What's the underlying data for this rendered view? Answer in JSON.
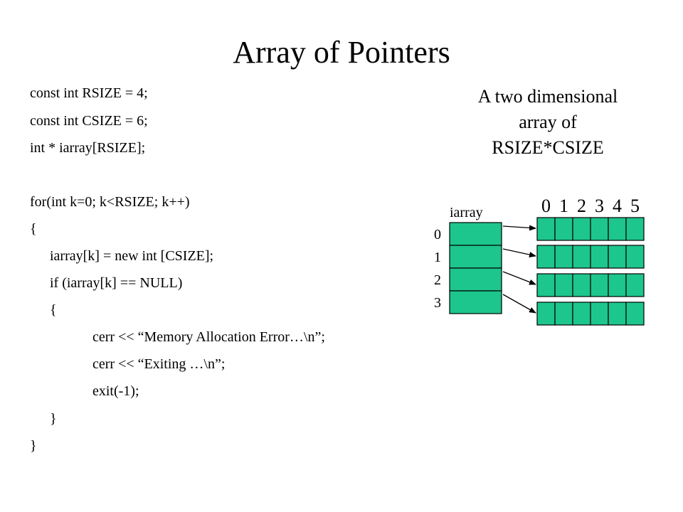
{
  "slide": {
    "title": "Array of Pointers",
    "code_lines": [
      "const int RSIZE = 4;",
      "const int CSIZE = 6;",
      "int * iarray[RSIZE];",
      "",
      "for(int k=0; k<RSIZE; k++)",
      "{",
      "iarray[k] = new int [CSIZE];",
      "if (iarray[k] == NULL)",
      "{",
      "cerr << “Memory Allocation Error…\\n”;",
      "cerr << “Exiting …\\n”;",
      "exit(-1);",
      "}",
      "}"
    ],
    "caption": [
      "A two dimensional",
      "array of",
      "RSIZE*CSIZE"
    ]
  },
  "diagram": {
    "pointer_array_label": "iarray",
    "row_labels": [
      "0",
      "1",
      "2",
      "3"
    ],
    "column_labels": [
      "0",
      "1",
      "2",
      "3",
      "4",
      "5"
    ],
    "cell_fill": "#1dc68c",
    "stroke": "#000000"
  }
}
